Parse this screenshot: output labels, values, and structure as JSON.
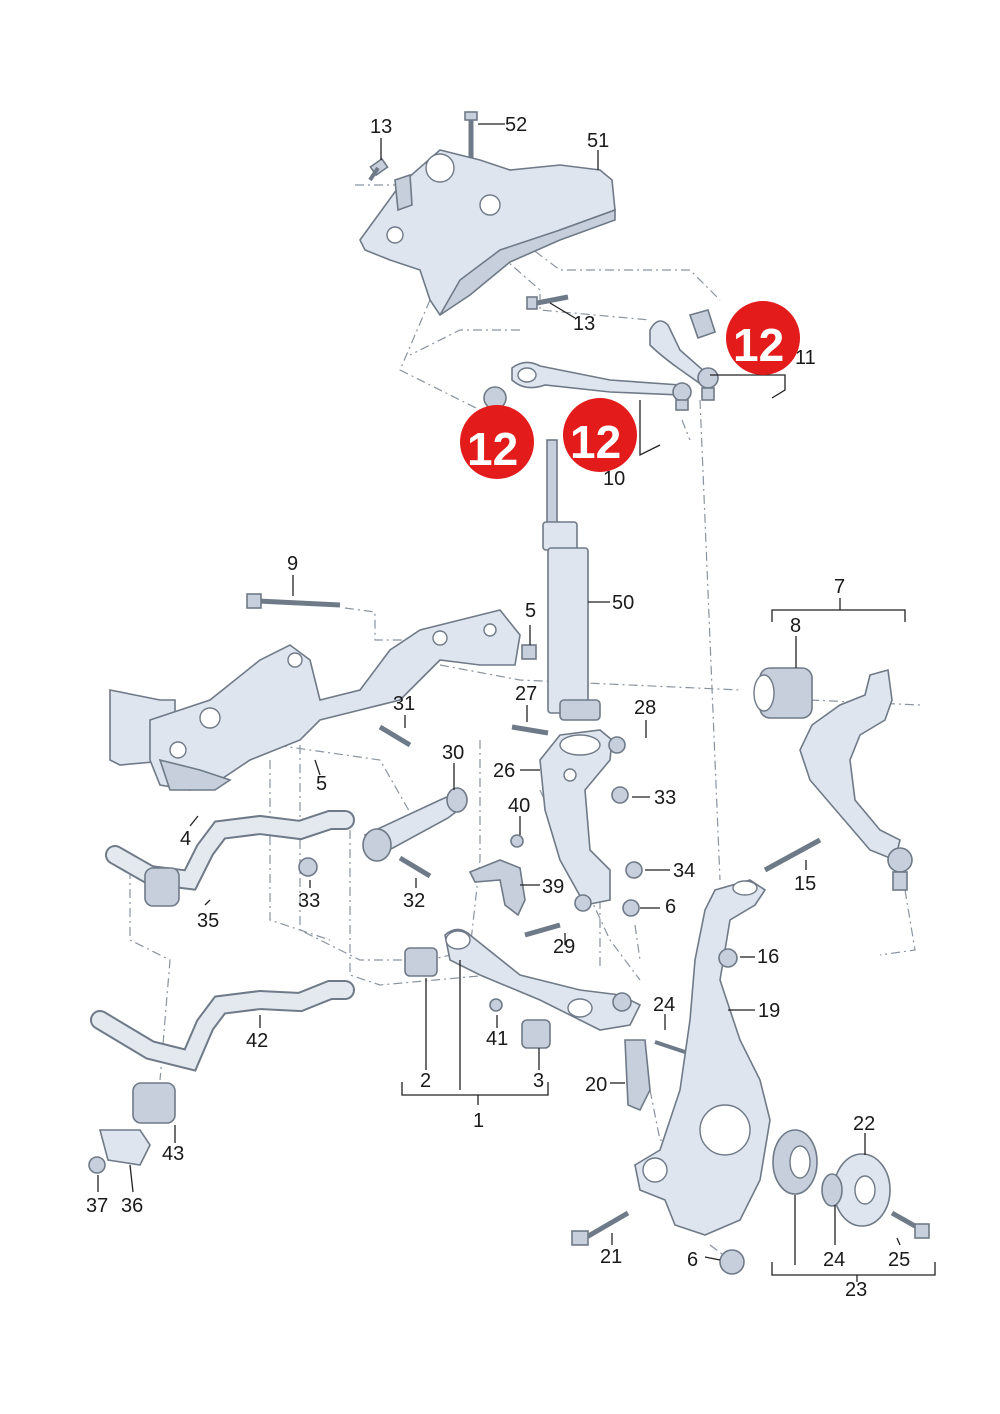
{
  "callouts": [
    {
      "id": "c13a",
      "text": "13"
    },
    {
      "id": "c52",
      "text": "52"
    },
    {
      "id": "c51",
      "text": "51"
    },
    {
      "id": "c13b",
      "text": "13"
    },
    {
      "id": "c11",
      "text": "11"
    },
    {
      "id": "c10",
      "text": "10"
    },
    {
      "id": "c50",
      "text": "50"
    },
    {
      "id": "c9",
      "text": "9"
    },
    {
      "id": "c5a",
      "text": "5"
    },
    {
      "id": "c7",
      "text": "7"
    },
    {
      "id": "c8",
      "text": "8"
    },
    {
      "id": "c31",
      "text": "31"
    },
    {
      "id": "c27",
      "text": "27"
    },
    {
      "id": "c28",
      "text": "28"
    },
    {
      "id": "c30",
      "text": "30"
    },
    {
      "id": "c26",
      "text": "26"
    },
    {
      "id": "c5b",
      "text": "5"
    },
    {
      "id": "c33a",
      "text": "33"
    },
    {
      "id": "c4",
      "text": "4"
    },
    {
      "id": "c40",
      "text": "40"
    },
    {
      "id": "c34",
      "text": "34"
    },
    {
      "id": "c15",
      "text": "15"
    },
    {
      "id": "c33b",
      "text": "33"
    },
    {
      "id": "c32",
      "text": "32"
    },
    {
      "id": "c39",
      "text": "39"
    },
    {
      "id": "c35",
      "text": "35"
    },
    {
      "id": "c6a",
      "text": "6"
    },
    {
      "id": "c29",
      "text": "29"
    },
    {
      "id": "c16",
      "text": "16"
    },
    {
      "id": "c19",
      "text": "19"
    },
    {
      "id": "c42",
      "text": "42"
    },
    {
      "id": "c24a",
      "text": "24"
    },
    {
      "id": "c41",
      "text": "41"
    },
    {
      "id": "c2",
      "text": "2"
    },
    {
      "id": "c3",
      "text": "3"
    },
    {
      "id": "c20",
      "text": "20"
    },
    {
      "id": "c1",
      "text": "1"
    },
    {
      "id": "c22",
      "text": "22"
    },
    {
      "id": "c43",
      "text": "43"
    },
    {
      "id": "c37",
      "text": "37"
    },
    {
      "id": "c36",
      "text": "36"
    },
    {
      "id": "c21",
      "text": "21"
    },
    {
      "id": "c6b",
      "text": "6"
    },
    {
      "id": "c24b",
      "text": "24"
    },
    {
      "id": "c25",
      "text": "25"
    },
    {
      "id": "c23",
      "text": "23"
    }
  ],
  "badges": [
    {
      "id": "b1",
      "text": "12"
    },
    {
      "id": "b2",
      "text": "12"
    },
    {
      "id": "b3",
      "text": "12"
    }
  ],
  "colors": {
    "badge": "#e31b1b",
    "part": "#dfe5ee",
    "outline": "#6f7a88"
  }
}
